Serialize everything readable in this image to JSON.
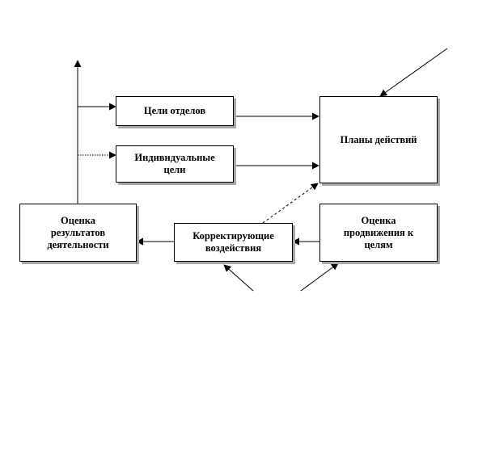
{
  "blocks": {
    "goals_departments": "Цели отделов",
    "individual_goals": "Индивидуальные\nцели",
    "action_plans": "Планы действий",
    "performance_evaluation": "Оценка\nрезультатов\nдеятельности",
    "corrective_actions": "Корректирующие\nвоздействия",
    "progress_evaluation": "Оценка\nпродвижения к\nцелям"
  }
}
